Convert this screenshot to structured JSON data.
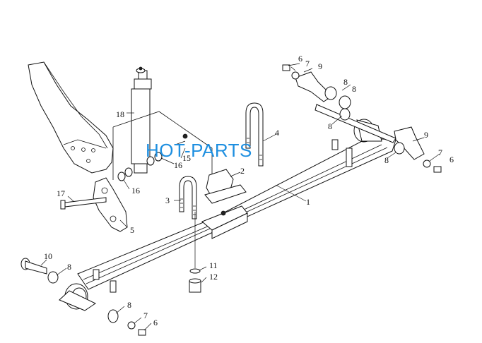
{
  "watermark": "HOT-PARTS",
  "callouts": [
    {
      "id": "c1",
      "num": "1"
    },
    {
      "id": "c2",
      "num": "2"
    },
    {
      "id": "c3",
      "num": "3"
    },
    {
      "id": "c4",
      "num": "4"
    },
    {
      "id": "c5",
      "num": "5"
    },
    {
      "id": "c6a",
      "num": "6"
    },
    {
      "id": "c6b",
      "num": "6"
    },
    {
      "id": "c6c",
      "num": "6"
    },
    {
      "id": "c7a",
      "num": "7"
    },
    {
      "id": "c7b",
      "num": "7"
    },
    {
      "id": "c7c",
      "num": "7"
    },
    {
      "id": "c8a",
      "num": "8"
    },
    {
      "id": "c8b",
      "num": "8"
    },
    {
      "id": "c8c",
      "num": "8"
    },
    {
      "id": "c8d",
      "num": "8"
    },
    {
      "id": "c8e",
      "num": "8"
    },
    {
      "id": "c8f",
      "num": "8"
    },
    {
      "id": "c9a",
      "num": "9"
    },
    {
      "id": "c9b",
      "num": "9"
    },
    {
      "id": "c10",
      "num": "10"
    },
    {
      "id": "c11",
      "num": "11"
    },
    {
      "id": "c12",
      "num": "12"
    },
    {
      "id": "c15",
      "num": "15"
    },
    {
      "id": "c16a",
      "num": "16"
    },
    {
      "id": "c16b",
      "num": "16"
    },
    {
      "id": "c17",
      "num": "17"
    },
    {
      "id": "c18",
      "num": "18"
    }
  ]
}
